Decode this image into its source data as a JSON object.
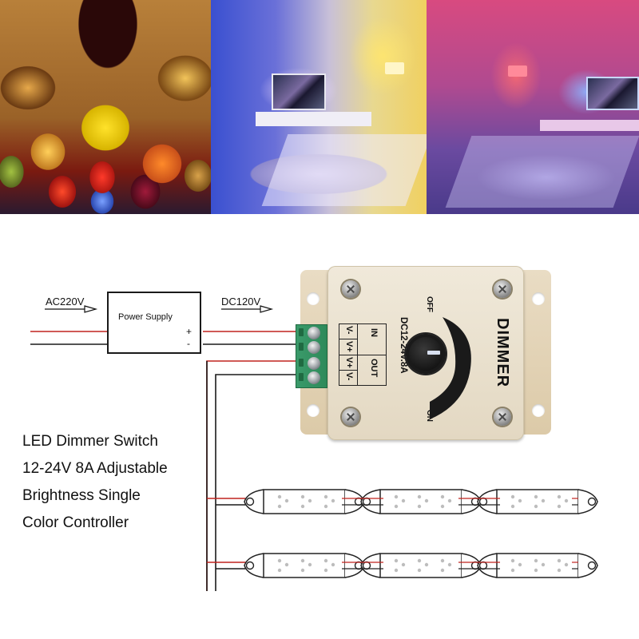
{
  "photos": [
    {
      "id": "pendant-lamps",
      "caption": "Colorful pendant lamps"
    },
    {
      "id": "living-room-blue-yellow",
      "caption": "Living room with blue and yellow lighting"
    },
    {
      "id": "living-room-pink-purple",
      "caption": "Living room with pink and purple lighting"
    }
  ],
  "diagram": {
    "input_label": "AC220V",
    "output_label": "DC120V",
    "power_supply": {
      "title": "Power Supply",
      "plus": "+",
      "minus": "-"
    },
    "dimmer": {
      "brand_label": "DIMMER",
      "rating": "DC12-24V.8A",
      "off_label": "OFF",
      "on_label": "ON",
      "pin_table": {
        "in_header": "IN",
        "out_header": "OUT",
        "pins": [
          "V-",
          "V+",
          "V+",
          "V-"
        ]
      }
    },
    "led_strips": {
      "rows": 2,
      "segments_per_row": 3
    },
    "colors": {
      "positive_wire": "#c0231f",
      "negative_wire": "#1a1a1a",
      "terminal_green": "#2e8a5a",
      "housing_beige": "#e8dcc6",
      "led_dot": "#b8b8b8"
    }
  },
  "description": {
    "lines": [
      "LED Dimmer Switch",
      "12-24V 8A Adjustable",
      "Brightness Single",
      "Color Controller"
    ]
  }
}
